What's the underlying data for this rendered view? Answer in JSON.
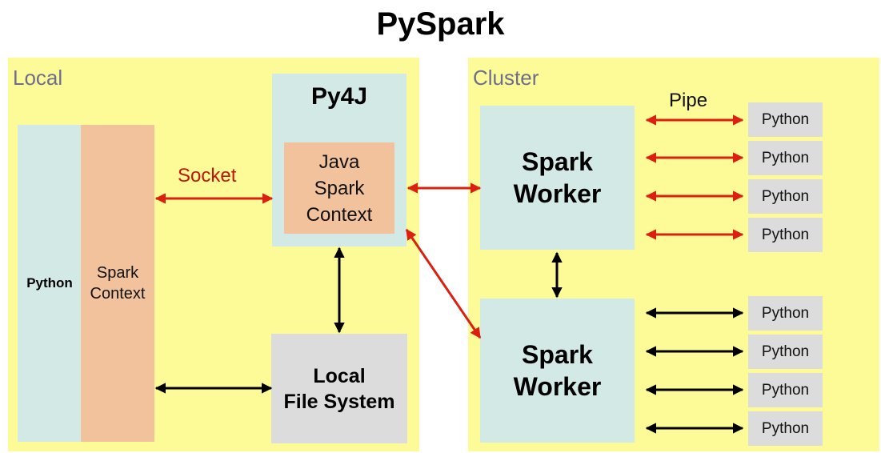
{
  "title": "PySpark",
  "local": {
    "label": "Local",
    "python": "Python",
    "spark_context": "Spark\nContext",
    "socket_label": "Socket",
    "py4j": "Py4J",
    "java_spark_context": "Java\nSpark\nContext",
    "local_fs": "Local\nFile System"
  },
  "cluster": {
    "label": "Cluster",
    "pipe_label": "Pipe",
    "worker_top": "Spark\nWorker",
    "worker_bottom": "Spark\nWorker",
    "python_procs_top": [
      "Python",
      "Python",
      "Python",
      "Python"
    ],
    "python_procs_bottom": [
      "Python",
      "Python",
      "Python",
      "Python"
    ]
  },
  "colors": {
    "red_arrow": "#dd1f10",
    "black_arrow": "#000000",
    "socket_text": "#c0160c"
  }
}
